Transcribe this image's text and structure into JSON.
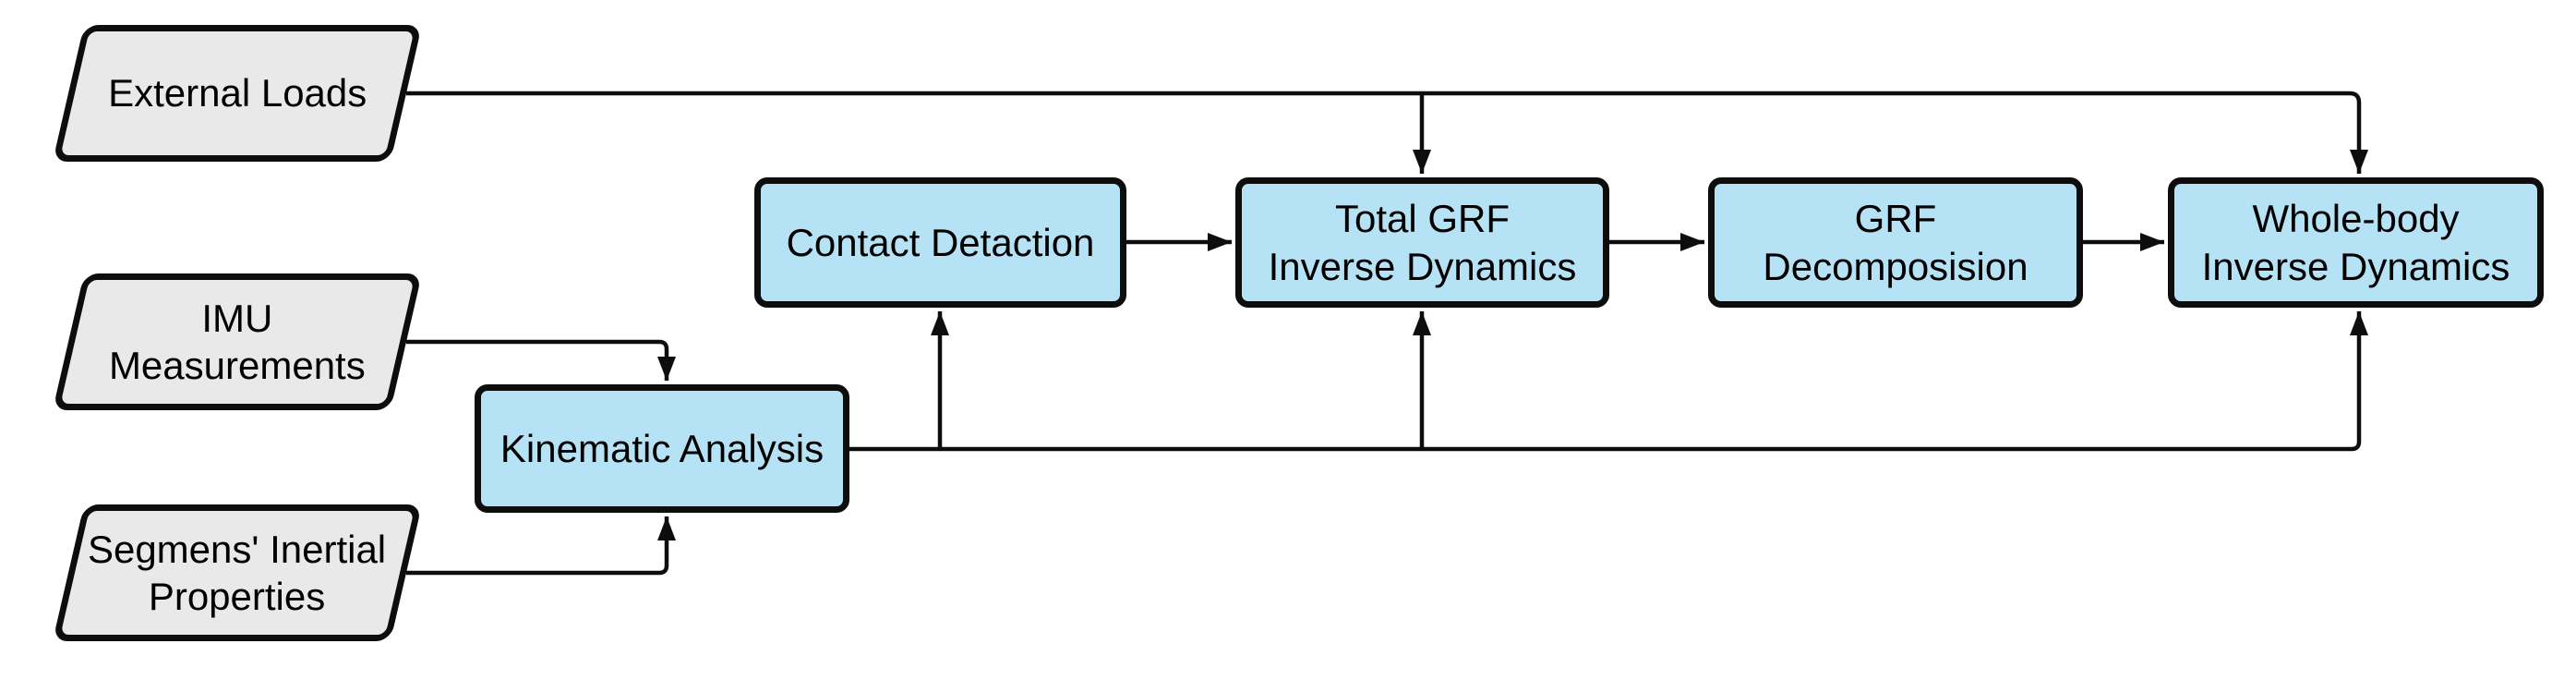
{
  "colors": {
    "background": "#ffffff",
    "process_fill": "#b5e3f5",
    "input_fill": "#e9e9e9",
    "stroke": "#0d0d0d",
    "text": "#000000"
  },
  "nodes": {
    "external_loads": {
      "label": "External Loads",
      "shape": "parallelogram-input"
    },
    "imu_measurements": {
      "label": "IMU\nMeasurements",
      "shape": "parallelogram-input"
    },
    "segments_inertial": {
      "label": "Segmens' Inertial\nProperties",
      "shape": "parallelogram-input"
    },
    "kinematic_analysis": {
      "label": "Kinematic Analysis",
      "shape": "process"
    },
    "contact_detection": {
      "label": "Contact Detaction",
      "shape": "process"
    },
    "total_grf_id": {
      "label": "Total GRF\nInverse Dynamics",
      "shape": "process"
    },
    "grf_decomposition": {
      "label": "GRF\nDecomposision",
      "shape": "process"
    },
    "whole_body_id": {
      "label": "Whole-body\nInverse Dynamics",
      "shape": "process"
    }
  },
  "edges": [
    {
      "from": "External Loads",
      "to": "Total GRF Inverse Dynamics"
    },
    {
      "from": "External Loads",
      "to": "Whole-body Inverse Dynamics"
    },
    {
      "from": "IMU Measurements",
      "to": "Kinematic Analysis"
    },
    {
      "from": "Segmens' Inertial Properties",
      "to": "Kinematic Analysis"
    },
    {
      "from": "Kinematic Analysis",
      "to": "Contact Detaction"
    },
    {
      "from": "Kinematic Analysis",
      "to": "Total GRF Inverse Dynamics"
    },
    {
      "from": "Kinematic Analysis",
      "to": "Whole-body Inverse Dynamics"
    },
    {
      "from": "Contact Detaction",
      "to": "Total GRF Inverse Dynamics"
    },
    {
      "from": "Total GRF Inverse Dynamics",
      "to": "GRF Decomposision"
    },
    {
      "from": "GRF Decomposision",
      "to": "Whole-body Inverse Dynamics"
    }
  ]
}
